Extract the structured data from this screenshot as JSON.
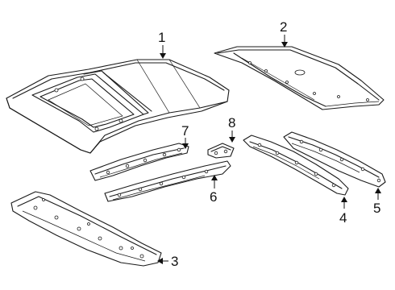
{
  "diagram": {
    "parts": [
      {
        "key": "roof_panel",
        "callout": "1"
      },
      {
        "key": "headliner",
        "callout": "2"
      },
      {
        "key": "front_header",
        "callout": "3"
      },
      {
        "key": "roof_rail_inner_right",
        "callout": "4"
      },
      {
        "key": "roof_rail_outer_right",
        "callout": "5"
      },
      {
        "key": "roof_rail_outer_left",
        "callout": "6"
      },
      {
        "key": "roof_rail_inner_left",
        "callout": "7"
      },
      {
        "key": "bracket",
        "callout": "8"
      }
    ]
  }
}
